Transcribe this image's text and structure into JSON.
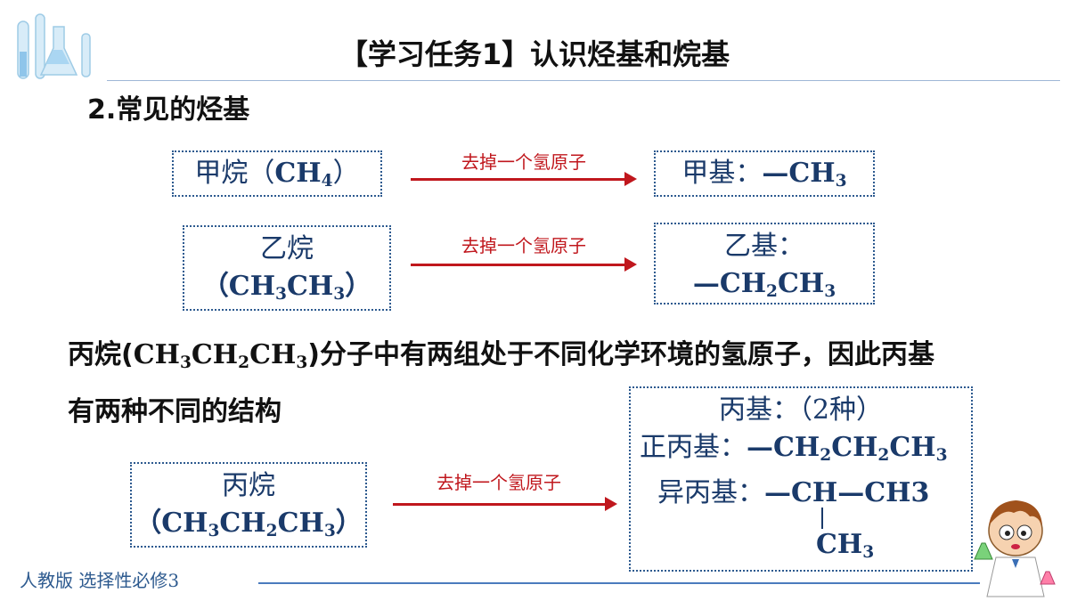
{
  "title": "【学习任务1】认识烃基和烷基",
  "subtitle": "2.常见的烃基",
  "arrow_label": "去掉一个氢原子",
  "row1": {
    "left_name": "甲烷（",
    "left_formula": "CH4",
    "left_close": "）",
    "right_label": "甲基：",
    "right_formula": "—CH3"
  },
  "row2": {
    "left_name": "乙烷",
    "left_formula": "（CH3CH3）",
    "right_label": "乙基：",
    "right_formula": "—CH2CH3"
  },
  "paragraph": {
    "line1_prefix": "丙烷(",
    "line1_formula": "CH3CH2CH3",
    "line1_suffix": ")分子中有两组处于不同化学环境的氢原子，因此丙基",
    "line2": "有两种不同的结构"
  },
  "row3": {
    "left_name": "丙烷",
    "left_formula": "（CH3CH2CH3）",
    "right_title": "丙基：（2种）",
    "normal_label": "正丙基：",
    "normal_formula": "—CH2CH2CH3",
    "iso_label": "异丙基：",
    "iso_formula": "—CH—CH3",
    "iso_branch": "CH3"
  },
  "footer": "人教版 选择性必修3",
  "colors": {
    "box_border": "#2d5a8f",
    "arrow": "#c0171d",
    "box_text": "#1a3a6a"
  },
  "icons": [
    "lab-glassware-icon",
    "scientist-mascot-icon"
  ]
}
